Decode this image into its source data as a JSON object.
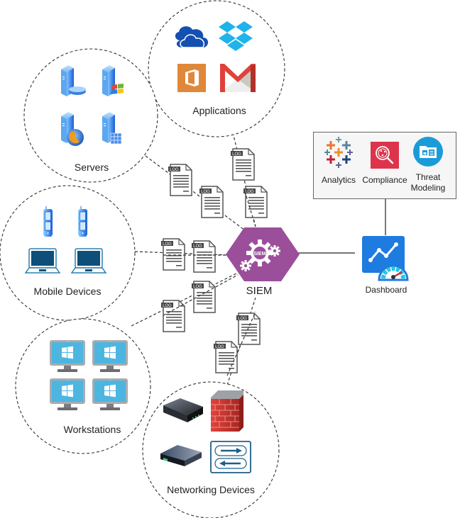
{
  "diagram": {
    "type": "SIEM log collection architecture",
    "hub": {
      "label": "SIEM",
      "badge": "SIEM",
      "color": "#9b4f9b"
    },
    "sources": [
      {
        "id": "applications",
        "label": "Applications",
        "icons": [
          "onedrive-icon",
          "dropbox-icon",
          "office-icon",
          "gmail-icon"
        ]
      },
      {
        "id": "servers",
        "label": "Servers",
        "icons": [
          "database-server-icon",
          "windows-server-icon",
          "web-server-icon",
          "cluster-server-icon"
        ]
      },
      {
        "id": "mobile",
        "label": "Mobile Devices",
        "icons": [
          "mobile-phone-icon",
          "mobile-phone-icon",
          "laptop-icon",
          "laptop-icon"
        ]
      },
      {
        "id": "workstations",
        "label": "Workstations",
        "icons": [
          "windows-workstation-icon",
          "windows-workstation-icon",
          "windows-workstation-icon",
          "windows-workstation-icon"
        ]
      },
      {
        "id": "networking",
        "label": "Networking Devices",
        "icons": [
          "router-icon",
          "firewall-icon",
          "switch-icon",
          "load-balancer-icon"
        ]
      }
    ],
    "log_tag": "LOG",
    "dashboard": {
      "label": "Dashboard"
    },
    "tools_panel": {
      "items": [
        {
          "label": "Analytics"
        },
        {
          "label": "Compliance"
        },
        {
          "label": "Threat Modeling",
          "line1": "Threat",
          "line2": "Modeling"
        }
      ]
    },
    "colors": {
      "hub": "#9b4f9b",
      "dashboard": "#1e7be0",
      "compliance": "#dd344c",
      "threat": "#1b9bd8",
      "workstation_screen": "#4db6e0",
      "office": "#e0883a",
      "gmail": "#e0413a",
      "onedrive": "#1450b0",
      "dropbox": "#1fb3ea"
    }
  }
}
